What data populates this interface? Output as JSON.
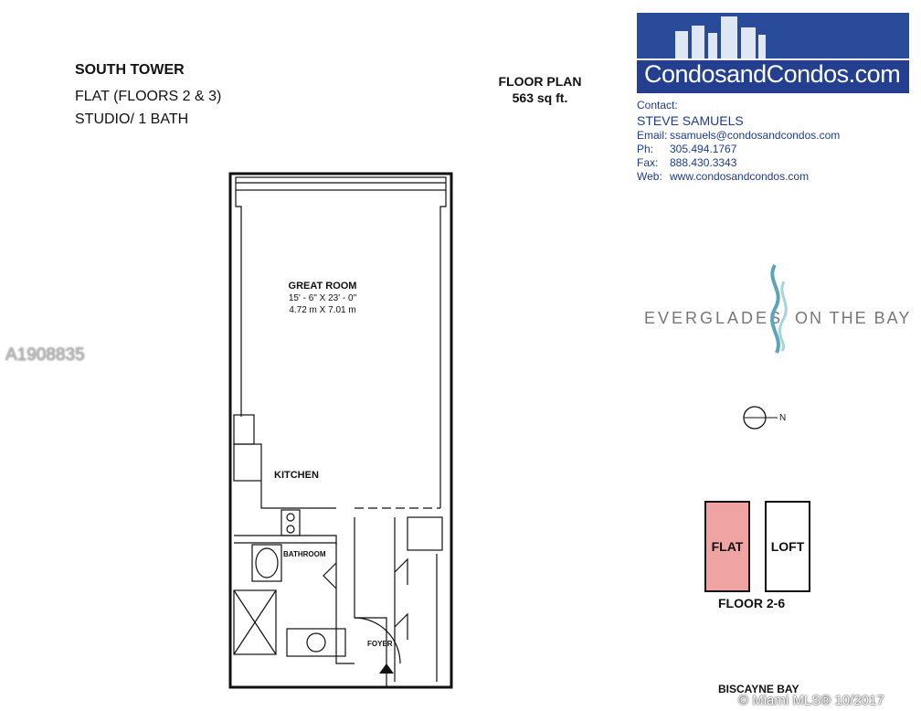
{
  "unit": {
    "tower": "SOUTH TOWER",
    "type": "FLAT (FLOORS 2 & 3)",
    "layout": "STUDIO/ 1 BATH"
  },
  "floor_plan": {
    "title": "FLOOR PLAN",
    "area": "563 sq ft."
  },
  "brand": {
    "name": "CondosandCondos.com",
    "color": "#2a4a9a"
  },
  "contact": {
    "label": "Contact:",
    "name": "STEVE SAMUELS",
    "email_label": "Email:",
    "email": "ssamuels@condosandcondos.com",
    "phone_label": "Ph:",
    "phone": "305.494.1767",
    "fax_label": "Fax:",
    "fax": "888.430.3343",
    "web_label": "Web:",
    "web": "www.condosandcondos.com"
  },
  "building": {
    "left": "EVERGLADES",
    "right": "ON THE BAY"
  },
  "rooms": {
    "great_room": "GREAT ROOM",
    "great_room_ft": "15' - 6\" X 23' - 0\"",
    "great_room_m": "4.72 m X 7.01 m",
    "kitchen": "KITCHEN",
    "bathroom": "BATHROOM",
    "foyer": "FOYER"
  },
  "compass": {
    "north": "N"
  },
  "key": {
    "flat": "FLAT",
    "loft": "LOFT",
    "floors": "FLOOR 2-6",
    "flat_color": "#f0a3a3",
    "water": "BISCAYNE BAY"
  },
  "listing_id": "A1908835",
  "watermark": "© Miami MLS® 10/2017"
}
